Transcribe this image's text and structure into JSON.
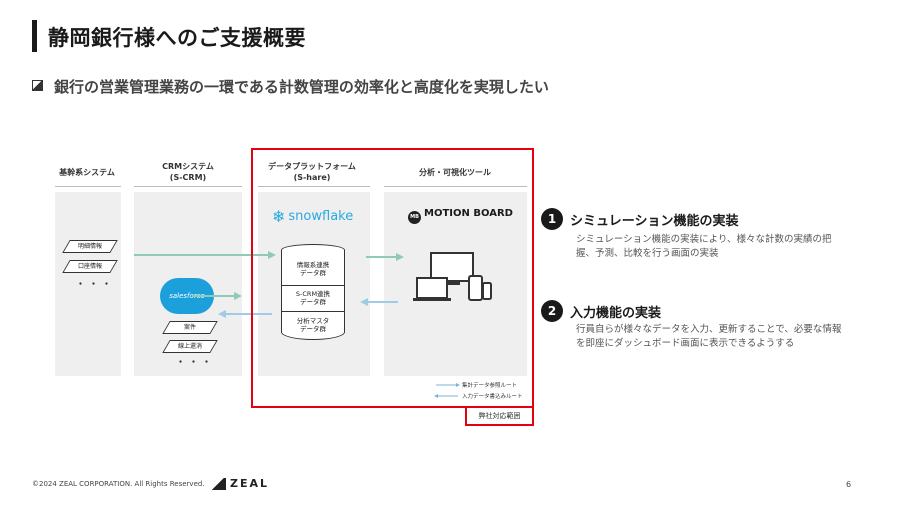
{
  "header": {
    "title": "静岡銀行様へのご支援概要",
    "subtitle": "銀行の営業管理業務の一環である計数管理の効率化と高度化を実現したい"
  },
  "diagram": {
    "columns": [
      {
        "label": "基幹系システム"
      },
      {
        "label": "CRMシステム\n(S-CRM)"
      },
      {
        "label": "データプラットフォーム\n(S-hare)"
      },
      {
        "label": "分析・可視化ツール"
      }
    ],
    "core_docs": [
      "明細情報",
      "口座情報"
    ],
    "core_dots": "・・・",
    "crm_logo": "salesforce",
    "crm_docs": [
      "案件",
      "線上還消"
    ],
    "crm_dots": "・・・",
    "platform_logo": "snowflake",
    "databases": [
      "情報系連携\nデータ群",
      "S-CRM連携\nデータ群",
      "分析マスタ\nデータ群"
    ],
    "tool_logo": "MOTION BOARD",
    "tool_logo_badge": "MB",
    "legend": [
      {
        "label": "集計データ参照ルート",
        "color": "#7bb5d6"
      },
      {
        "label": "入力データ書込みルート",
        "color": "#7bb5d6"
      }
    ],
    "scope_tag": "弊社対応範囲",
    "colors": {
      "frame": "#e60012",
      "arrow_green": "#8fc9b7",
      "arrow_blue": "#9fcbe6",
      "panel": "#efefef"
    }
  },
  "features": [
    {
      "number": "1",
      "title": "シミュレーション機能の実装",
      "desc": "シミュレーション機能の実装により、様々な計数の実績の把握、予測、比較を行う画面の実装"
    },
    {
      "number": "2",
      "title": "入力機能の実装",
      "desc": "行員自らが様々なデータを入力、更新することで、必要な情報を即座にダッシュボード画面に表示できるようする"
    }
  ],
  "footer": {
    "copyright": "©2024 ZEAL CORPORATION. All Rights Reserved.",
    "brand": "ZEAL",
    "page": "6"
  }
}
